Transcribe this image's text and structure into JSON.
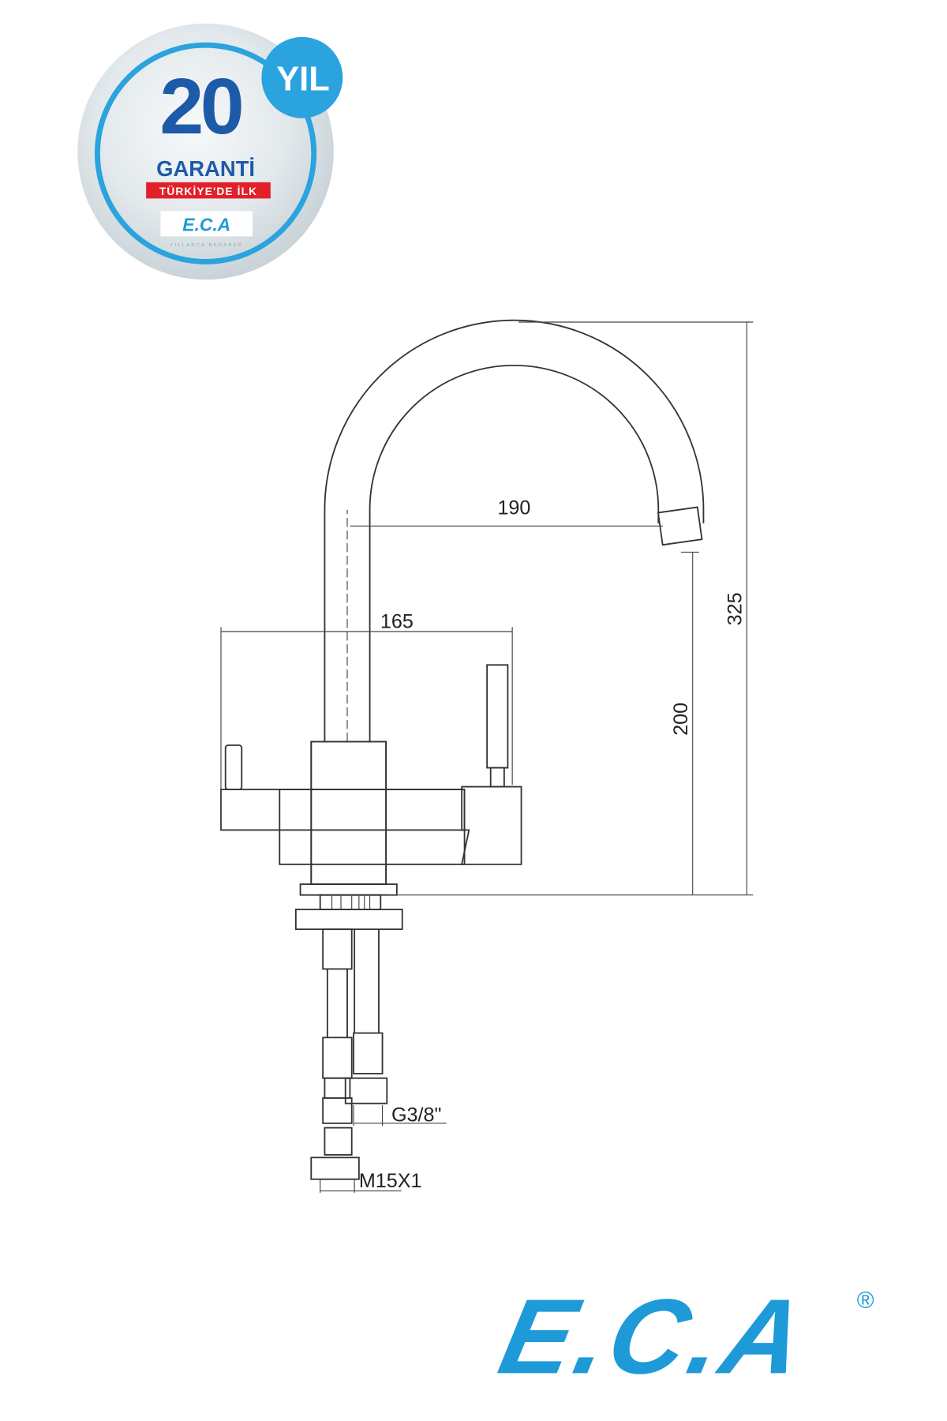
{
  "badge": {
    "number": "20",
    "unit": "YIL",
    "word": "GARANTİ",
    "tagline": "TÜRKİYE'DE İLK",
    "brand": "E.C.A",
    "slogan": "YILLARCA BERABER",
    "colors": {
      "dark_blue": "#1d5aa8",
      "light_blue": "#2aa3de",
      "red": "#e2202a",
      "silver": "#dfe6ea"
    }
  },
  "dimensions": {
    "spout_reach": "190",
    "total_height": "325",
    "spout_height": "200",
    "body_width": "165",
    "hose_thread_1": "G3/8\"",
    "hose_thread_2": "M15X1"
  },
  "logo": {
    "text": "E.C.A",
    "registered": "®",
    "color": "#1e9ad8"
  }
}
